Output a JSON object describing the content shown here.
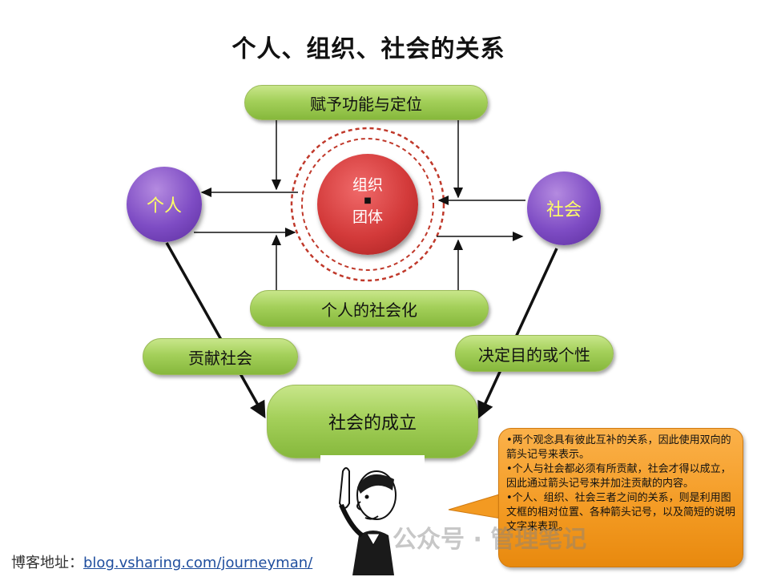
{
  "title": "个人、组织、社会的关系",
  "nodes": {
    "individual": "个人",
    "society": "社会",
    "org_line1": "组织",
    "org_line2": "团体"
  },
  "pills": {
    "top": "赋予功能与定位",
    "middle": "个人的社会化",
    "left": "贡献社会",
    "right": "决定目的或个性",
    "bottom": "社会的成立"
  },
  "callout": {
    "lines": [
      "•两个观念具有彼此互补的关系，因此使用双向的箭头记号来表示。",
      "•个人与社会都必须有所贡献，社会才得以成立，因此通过箭头记号来并加注贡献的内容。",
      "•个人、组织、社会三者之间的关系，则是利用图文框的相对位置、各种箭头记号，以及简短的说明文字来表现。"
    ]
  },
  "footer": {
    "label": "博客地址：",
    "url": "blog.vsharing.com/journeyman/"
  },
  "watermark": "公众号 · 管理笔记",
  "colors": {
    "pill_green": "#a4d05a",
    "circle_purple": "#7e4cc4",
    "center_red": "#d33a3a",
    "ring_dashed": "#c0392b",
    "callout_orange": "#f39a22",
    "individual_text": "#ffff66"
  }
}
